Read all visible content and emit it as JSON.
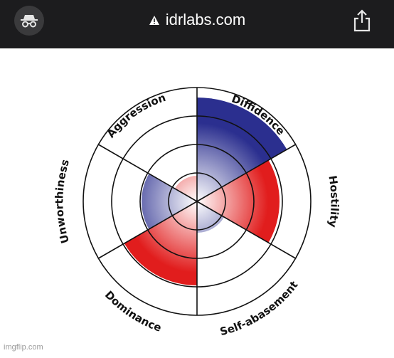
{
  "browser": {
    "url": "idrlabs.com",
    "incognito_icon": "incognito-icon",
    "warning_icon": "warning-triangle-icon",
    "share_icon": "share-icon"
  },
  "watermark": "imgflip.com",
  "colors": {
    "topbar": "#1c1c1e",
    "blue": "#2b2f8f",
    "red": "#e11d1d",
    "line": "#111111"
  },
  "chart_data": {
    "type": "polar-area",
    "rings": 4,
    "rmax": 4,
    "categories": [
      "Aggression",
      "Diffidence",
      "Hostility",
      "Self-abasement",
      "Dominance",
      "Unworthiness"
    ],
    "sector_start_deg": [
      300,
      0,
      60,
      120,
      180,
      240
    ],
    "values": [
      0.9,
      3.65,
      2.9,
      1.1,
      2.95,
      1.95
    ],
    "fill_colors": [
      "red",
      "blue",
      "red",
      "blue",
      "red",
      "blue"
    ]
  }
}
